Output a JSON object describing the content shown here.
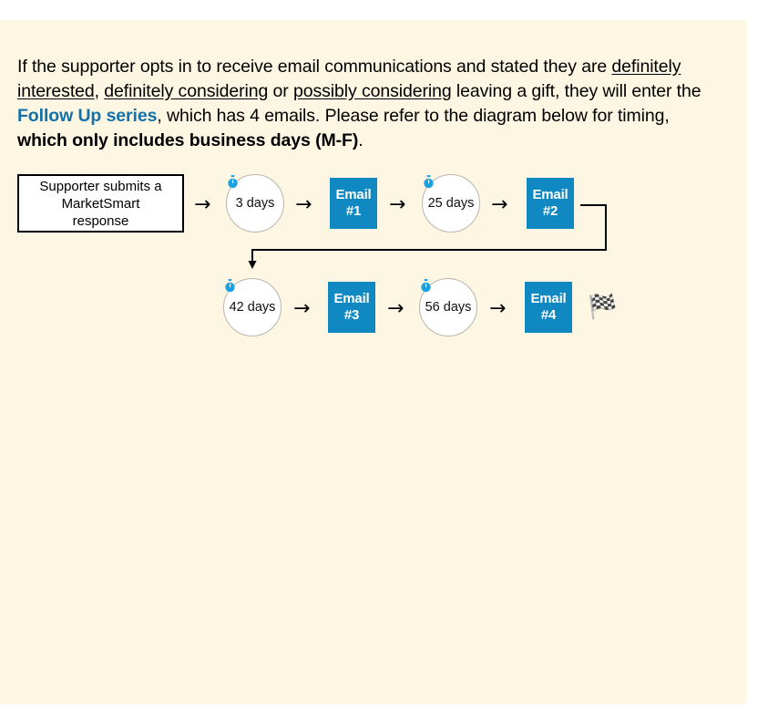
{
  "theme": {
    "page_background": "#fdf6e3",
    "outer_background": "#ffffff",
    "email_tile_color": "#1089C2",
    "accent_text_color": "#1271A8",
    "stopwatch_color": "#1BA0E0",
    "text_color": "#000000"
  },
  "intro": {
    "part1": "If the supporter opts in to receive email communications and stated they are ",
    "underline1": "definitely interested",
    "comma1": ", ",
    "underline2": "definitely considering",
    "or": " or ",
    "underline3": "possibly considering",
    "part2": " leaving a gift, they will enter the ",
    "accent": "Follow Up series",
    "part3": ", which has 4 emails. Please refer to the diagram below for timing, ",
    "bold": "which only includes business days (M-F)",
    "part4": "."
  },
  "diagram": {
    "start_node": {
      "line1": "Supporter submits a",
      "line2": "MarketSmart",
      "line3": "response"
    },
    "arrow_glyph": "→",
    "finish_flag": "🏁",
    "stopwatch_icon_name": "stopwatch-icon",
    "row1": {
      "delay1": "3 days",
      "email1_line1": "Email",
      "email1_line2": "#1",
      "delay2": "25 days",
      "email2_line1": "Email",
      "email2_line2": "#2"
    },
    "row2": {
      "delay3": "42 days",
      "email3_line1": "Email",
      "email3_line2": "#3",
      "delay4": "56 days",
      "email4_line1": "Email",
      "email4_line2": "#4"
    }
  }
}
